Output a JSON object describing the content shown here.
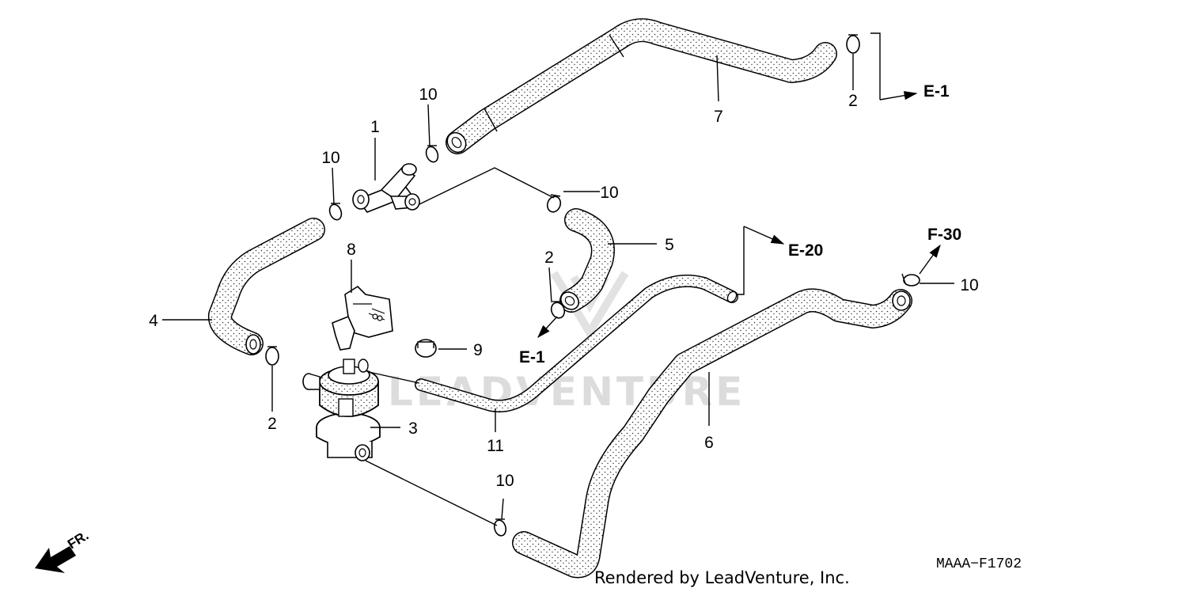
{
  "diagram": {
    "watermark": "LEADVENTURE",
    "diagram_code": "MAAA−F1702",
    "credit": "Rendered by LeadVenture, Inc.",
    "front_indicator": "FR.",
    "part_callouts": {
      "part_1": "1",
      "part_2_top": "2",
      "part_2_mid": "2",
      "part_2_left": "2",
      "part_3": "3",
      "part_4": "4",
      "part_5": "5",
      "part_6": "6",
      "part_7": "7",
      "part_8": "8",
      "part_9": "9",
      "part_10_top": "10",
      "part_10_left": "10",
      "part_10_mid": "10",
      "part_10_right": "10",
      "part_10_bottom": "10",
      "part_11": "11"
    },
    "section_refs": {
      "ref_e1_top": "E-1",
      "ref_e1_mid": "E-1",
      "ref_e20": "E-20",
      "ref_f30": "F-30"
    }
  }
}
